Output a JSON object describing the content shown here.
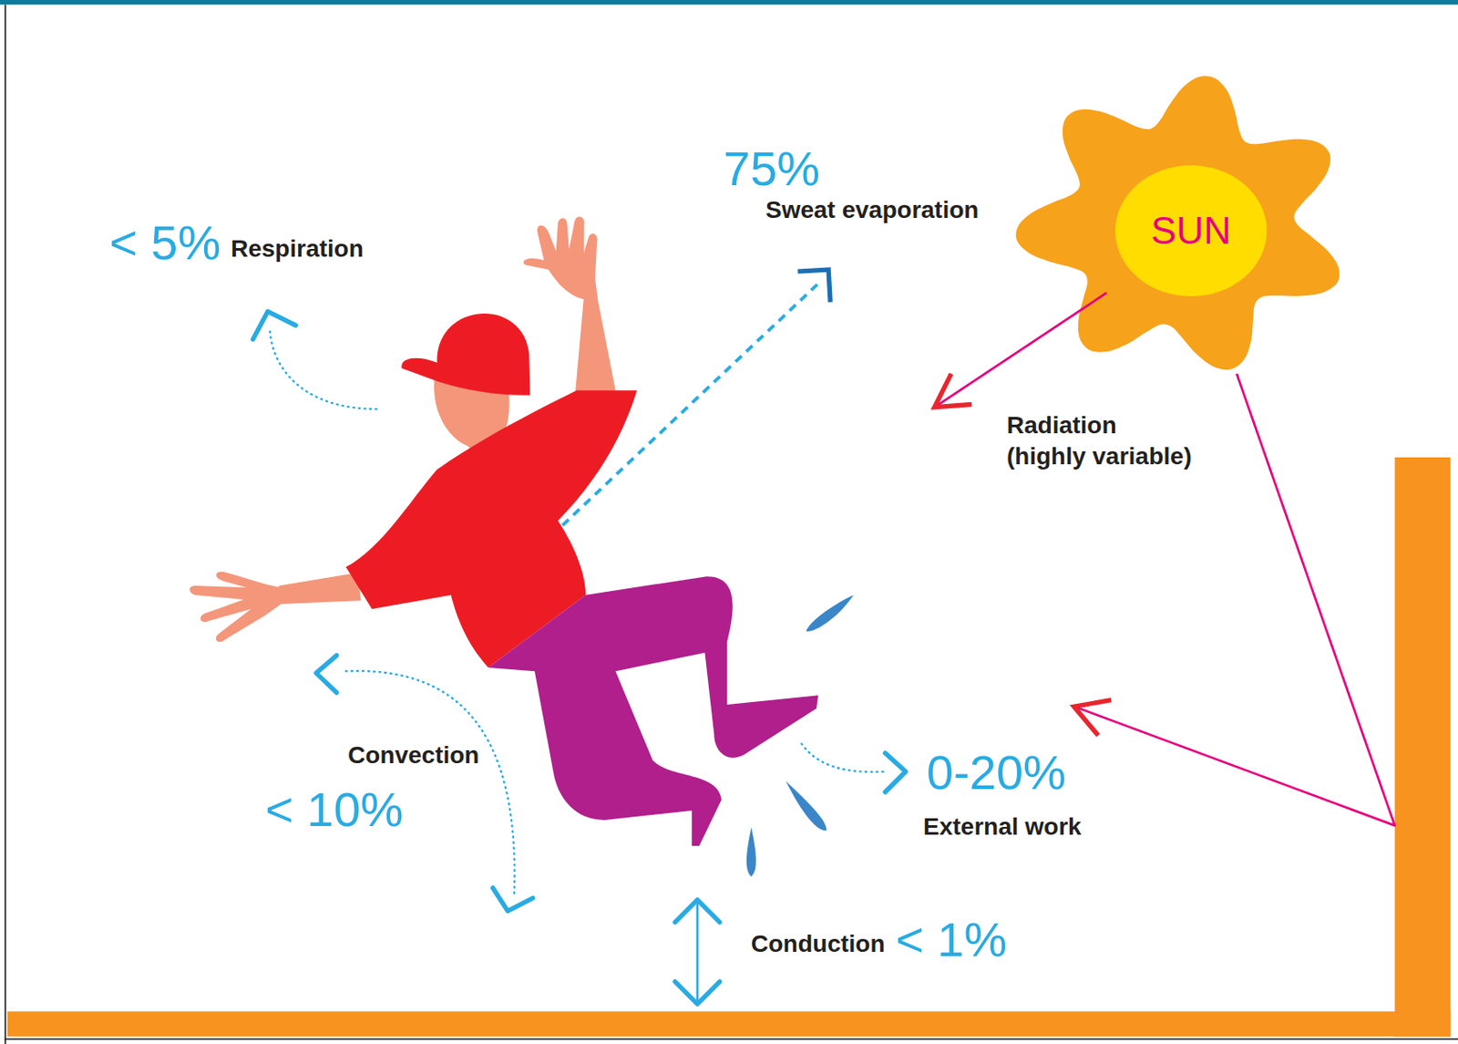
{
  "diagram": {
    "nodes": [
      {
        "text": [
          "SUN"
        ]
      }
    ],
    "labels": [
      "< 5%",
      "Respiration",
      "75%",
      "Sweat evaporation",
      "Radiation (highly variable)",
      "Convection",
      "< 10%",
      "0-20%",
      "External work",
      "Conduction",
      "< 1%"
    ]
  }
}
